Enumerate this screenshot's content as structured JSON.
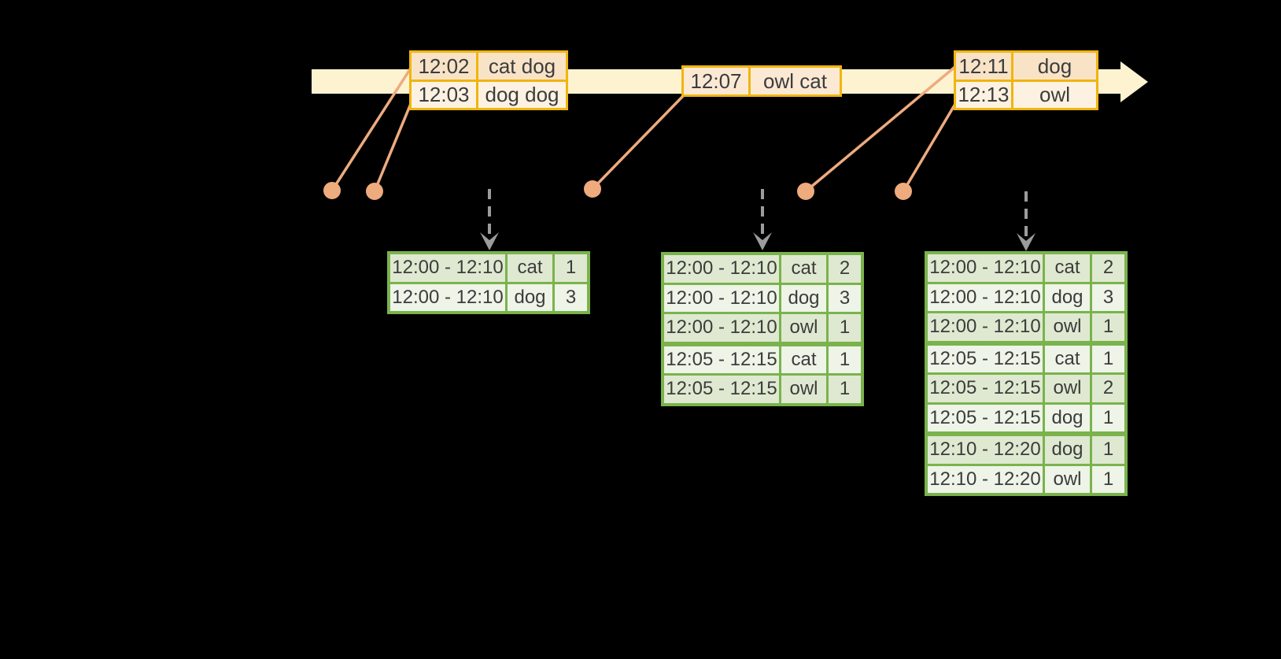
{
  "palette": {
    "background": "#000000",
    "timeline_fill": "#fdf3d1",
    "event_border": "#f0b50f",
    "event_row_peach": "#f9e3c7",
    "event_row_cream": "#fdf2e1",
    "event_row_mid": "#fbe9d4",
    "table_border": "#7ab34c",
    "table_row_dark": "#dfe9d1",
    "table_row_light": "#eef4e8",
    "connector": "#eeab7e",
    "arrow_gray": "#9c9c9c",
    "text": "#3c3c3c"
  },
  "icons": {
    "timeline_arrow": "right-arrow",
    "event_marker": "dot",
    "trigger_arrow": "dashed-down-arrow"
  },
  "event_boxes": [
    {
      "rows": [
        {
          "time": "12:02",
          "words": "cat dog",
          "shade": "peach"
        },
        {
          "time": "12:03",
          "words": "dog dog",
          "shade": "cream"
        }
      ]
    },
    {
      "rows": [
        {
          "time": "12:07",
          "words": "owl cat",
          "shade": "mid"
        }
      ]
    },
    {
      "rows": [
        {
          "time": "12:11",
          "words": "dog",
          "shade": "peach"
        },
        {
          "time": "12:13",
          "words": "owl",
          "shade": "cream"
        }
      ]
    }
  ],
  "result_tables": [
    {
      "rows": [
        {
          "window": "12:00 - 12:10",
          "word": "cat",
          "count": "1"
        },
        {
          "window": "12:00 - 12:10",
          "word": "dog",
          "count": "3"
        }
      ],
      "group_breaks": []
    },
    {
      "rows": [
        {
          "window": "12:00 - 12:10",
          "word": "cat",
          "count": "2"
        },
        {
          "window": "12:00 - 12:10",
          "word": "dog",
          "count": "3"
        },
        {
          "window": "12:00 - 12:10",
          "word": "owl",
          "count": "1"
        },
        {
          "window": "12:05 - 12:15",
          "word": "cat",
          "count": "1"
        },
        {
          "window": "12:05 - 12:15",
          "word": "owl",
          "count": "1"
        }
      ],
      "group_breaks": [
        3
      ]
    },
    {
      "rows": [
        {
          "window": "12:00 - 12:10",
          "word": "cat",
          "count": "2"
        },
        {
          "window": "12:00 - 12:10",
          "word": "dog",
          "count": "3"
        },
        {
          "window": "12:00 - 12:10",
          "word": "owl",
          "count": "1"
        },
        {
          "window": "12:05 - 12:15",
          "word": "cat",
          "count": "1"
        },
        {
          "window": "12:05 - 12:15",
          "word": "owl",
          "count": "2"
        },
        {
          "window": "12:05 - 12:15",
          "word": "dog",
          "count": "1"
        },
        {
          "window": "12:10 - 12:20",
          "word": "dog",
          "count": "1"
        },
        {
          "window": "12:10 - 12:20",
          "word": "owl",
          "count": "1"
        }
      ],
      "group_breaks": [
        3,
        6
      ]
    }
  ]
}
